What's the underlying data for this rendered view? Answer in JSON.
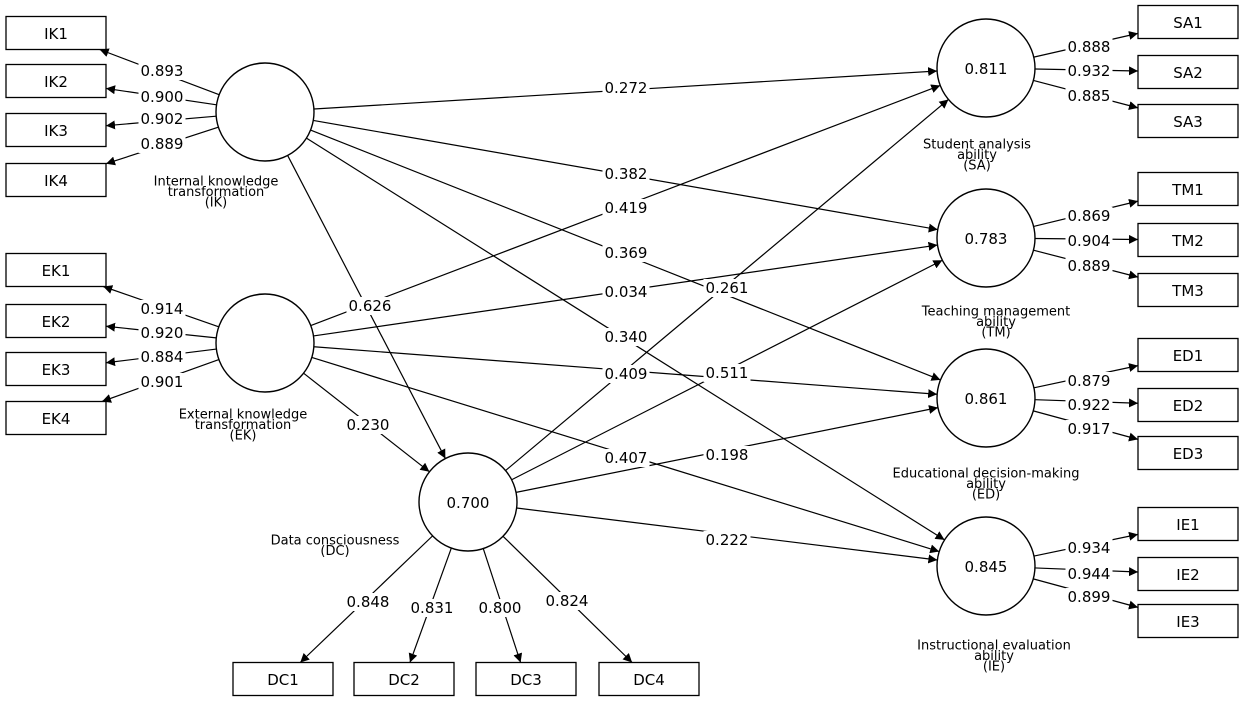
{
  "constructs": {
    "IK": {
      "r2": "",
      "name_lines": [
        "Internal knowledge",
        "transformation",
        "(IK)"
      ]
    },
    "EK": {
      "r2": "",
      "name_lines": [
        "External knowledge",
        "transformation",
        "(EK)"
      ]
    },
    "DC": {
      "r2": "0.700",
      "name_lines": [
        "Data consciousness",
        "(DC)"
      ]
    },
    "SA": {
      "r2": "0.811",
      "name_lines": [
        "Student analysis",
        "ability",
        "(SA)"
      ]
    },
    "TM": {
      "r2": "0.783",
      "name_lines": [
        "Teaching management",
        "ability",
        "(TM)"
      ]
    },
    "ED": {
      "r2": "0.861",
      "name_lines": [
        "Educational decision-making",
        "ability",
        "(ED)"
      ]
    },
    "IE": {
      "r2": "0.845",
      "name_lines": [
        "Instructional evaluation",
        "ability",
        "(IE)"
      ]
    }
  },
  "indicators": {
    "IK": [
      {
        "label": "IK1",
        "loading": "0.893"
      },
      {
        "label": "IK2",
        "loading": "0.900"
      },
      {
        "label": "IK3",
        "loading": "0.902"
      },
      {
        "label": "IK4",
        "loading": "0.889"
      }
    ],
    "EK": [
      {
        "label": "EK1",
        "loading": "0.914"
      },
      {
        "label": "EK2",
        "loading": "0.920"
      },
      {
        "label": "EK3",
        "loading": "0.884"
      },
      {
        "label": "EK4",
        "loading": "0.901"
      }
    ],
    "DC": [
      {
        "label": "DC1",
        "loading": "0.848"
      },
      {
        "label": "DC2",
        "loading": "0.831"
      },
      {
        "label": "DC3",
        "loading": "0.800"
      },
      {
        "label": "DC4",
        "loading": "0.824"
      }
    ],
    "SA": [
      {
        "label": "SA1",
        "loading": "0.888"
      },
      {
        "label": "SA2",
        "loading": "0.932"
      },
      {
        "label": "SA3",
        "loading": "0.885"
      }
    ],
    "TM": [
      {
        "label": "TM1",
        "loading": "0.869"
      },
      {
        "label": "TM2",
        "loading": "0.904"
      },
      {
        "label": "TM3",
        "loading": "0.889"
      }
    ],
    "ED": [
      {
        "label": "ED1",
        "loading": "0.879"
      },
      {
        "label": "ED2",
        "loading": "0.922"
      },
      {
        "label": "ED3",
        "loading": "0.917"
      }
    ],
    "IE": [
      {
        "label": "IE1",
        "loading": "0.934"
      },
      {
        "label": "IE2",
        "loading": "0.944"
      },
      {
        "label": "IE3",
        "loading": "0.899"
      }
    ]
  },
  "paths": [
    {
      "from": "IK",
      "to": "SA",
      "coef": "0.272"
    },
    {
      "from": "IK",
      "to": "TM",
      "coef": "0.382"
    },
    {
      "from": "IK",
      "to": "ED",
      "coef": "0.369"
    },
    {
      "from": "IK",
      "to": "IE",
      "coef": "0.340"
    },
    {
      "from": "IK",
      "to": "DC",
      "coef": "0.626"
    },
    {
      "from": "EK",
      "to": "SA",
      "coef": "0.419"
    },
    {
      "from": "EK",
      "to": "TM",
      "coef": "0.034"
    },
    {
      "from": "EK",
      "to": "ED",
      "coef": "0.409"
    },
    {
      "from": "EK",
      "to": "IE",
      "coef": "0.407"
    },
    {
      "from": "EK",
      "to": "DC",
      "coef": "0.230"
    },
    {
      "from": "DC",
      "to": "SA",
      "coef": "0.261"
    },
    {
      "from": "DC",
      "to": "TM",
      "coef": "0.511"
    },
    {
      "from": "DC",
      "to": "ED",
      "coef": "0.198"
    },
    {
      "from": "DC",
      "to": "IE",
      "coef": "0.222"
    }
  ]
}
